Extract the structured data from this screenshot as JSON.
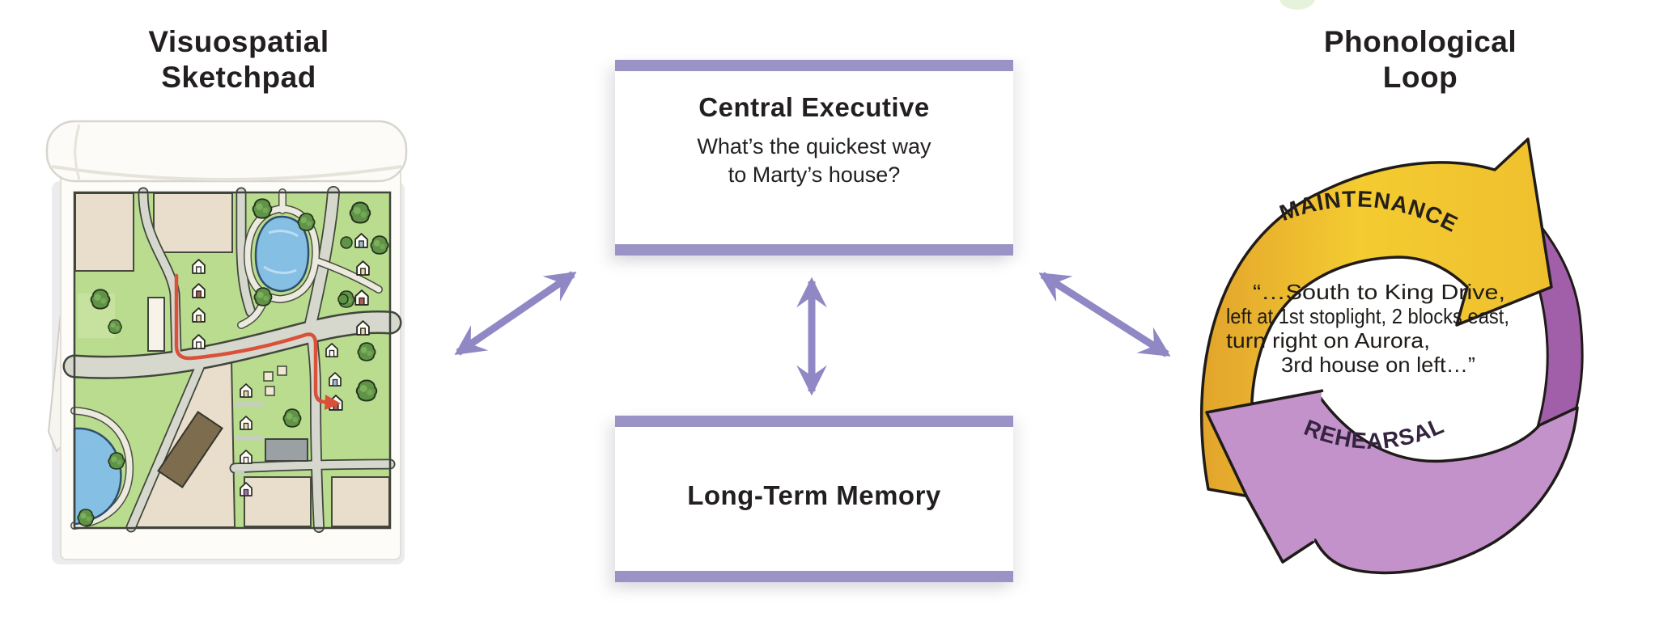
{
  "visuospatial": {
    "title_line1": "Visuospatial",
    "title_line2": "Sketchpad"
  },
  "central_executive": {
    "title": "Central Executive",
    "body_line1": "What’s the quickest way",
    "body_line2": "to Marty’s house?"
  },
  "long_term_memory": {
    "title": "Long-Term Memory"
  },
  "phonological_loop": {
    "title_line1": "Phonological",
    "title_line2": "Loop",
    "maintenance_label": "MAINTENANCE",
    "rehearsal_label": "REHEARSAL",
    "speech": [
      "“…South to King Drive,",
      "left at 1st stoplight, 2 blocks east,",
      "turn right on Aurora,",
      "3rd house on left…”"
    ]
  },
  "colors": {
    "box_bar_purple": "#9a93c6",
    "connector_lavender": "#8f88c4",
    "loop_yellow": "#f4cb31",
    "loop_yellow_shade": "#e2a42c",
    "loop_purple_light": "#c392cb",
    "loop_purple_dark": "#a25fa9",
    "outline_black": "#1f1b18",
    "map_green": "#b9dc8e",
    "map_tan": "#e8decb",
    "pond_blue": "#85bfe3",
    "route_red": "#d9513a"
  }
}
